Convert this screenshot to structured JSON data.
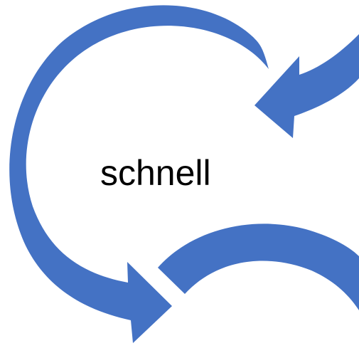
{
  "label": "schnell",
  "colors": {
    "arrow": "#4472C4",
    "text": "#000000",
    "background": "#FFFFFF"
  },
  "diagram": {
    "type": "circular-arrow-cycle",
    "arrow_count": 3
  }
}
